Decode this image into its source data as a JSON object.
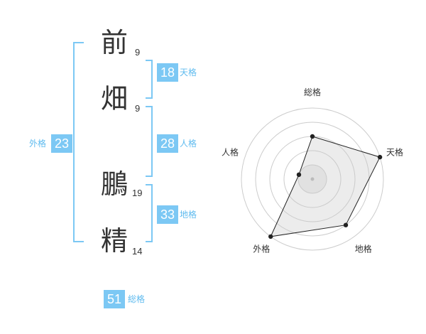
{
  "name_chars": [
    {
      "char": "前",
      "strokes": "9"
    },
    {
      "char": "畑",
      "strokes": "9"
    },
    {
      "char": "鵬",
      "strokes": "19"
    },
    {
      "char": "精",
      "strokes": "14"
    }
  ],
  "fortunes": {
    "tenkaku": {
      "value": "18",
      "label": "天格"
    },
    "jinkaku": {
      "value": "28",
      "label": "人格"
    },
    "chikaku": {
      "value": "33",
      "label": "地格"
    },
    "gaikaku": {
      "value": "23",
      "label": "外格"
    },
    "soukaku": {
      "value": "51",
      "label": "総格"
    }
  },
  "colors": {
    "accent": "#7cc8f4",
    "accent_text": "#5fbbef",
    "text": "#333333"
  },
  "chart_data": {
    "type": "radar",
    "axes": [
      "総格",
      "天格",
      "地格",
      "外格",
      "人格"
    ],
    "max": 5,
    "rings": 5,
    "values": [
      3,
      5,
      4,
      5,
      1
    ]
  }
}
